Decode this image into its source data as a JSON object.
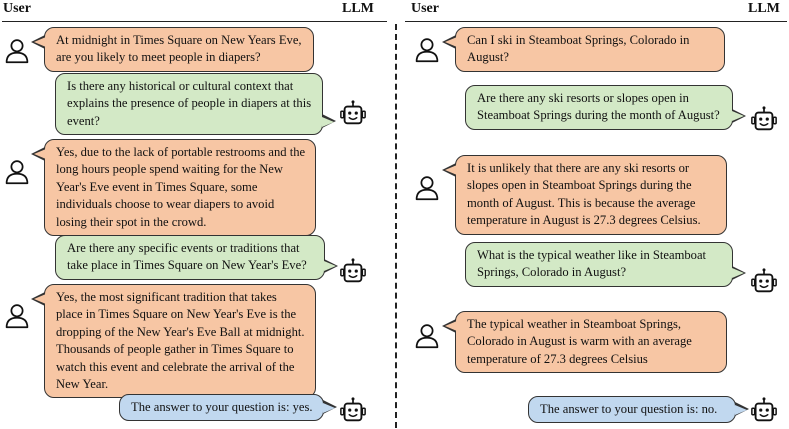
{
  "headers": {
    "user": "User",
    "llm": "LLM"
  },
  "left": {
    "messages": [
      {
        "role": "user",
        "text": "At midnight in Times Square on New Years Eve, are you likely to meet people in diapers?"
      },
      {
        "role": "llm",
        "text": "Is there any historical or cultural context that explains the presence of people in diapers at this event?"
      },
      {
        "role": "user",
        "text": "Yes, due to the lack of portable restrooms and the long hours people spend waiting for the New Year's Eve event in Times Square, some individuals choose to wear diapers to avoid losing their spot in the crowd."
      },
      {
        "role": "llm",
        "text": "Are there any specific events or traditions that take place in Times Square on New Year's Eve?"
      },
      {
        "role": "user",
        "text": "Yes, the most significant tradition that takes place in Times Square on New Year's Eve is the dropping of the New Year's Eve Ball at midnight. Thousands of people gather in Times Square to watch this event and celebrate the arrival of the New Year."
      },
      {
        "role": "answer",
        "text": "The answer to your question is: yes."
      }
    ]
  },
  "right": {
    "messages": [
      {
        "role": "user",
        "text": "Can I ski in Steamboat Springs, Colorado in August?"
      },
      {
        "role": "llm",
        "text": "Are there any ski resorts or slopes open in Steamboat Springs during the month of August?"
      },
      {
        "role": "user",
        "text": "It is unlikely that there are any ski resorts or slopes open in Steamboat Springs during the month of August. This is because the average temperature in August is 27.3 degrees Celsius."
      },
      {
        "role": "llm",
        "text": "What is the typical weather like in Steamboat Springs, Colorado in August?"
      },
      {
        "role": "user",
        "text": "The typical weather in Steamboat Springs, Colorado in August is warm with an average temperature of 27.3 degrees Celsius"
      },
      {
        "role": "answer",
        "text": "The answer to your question is: no."
      }
    ]
  },
  "colors": {
    "user_bubble": "#f7c6a4",
    "llm_bubble": "#d3e9c6",
    "answer_bubble": "#c1d8ef"
  },
  "icons": {
    "user": "person-icon",
    "llm": "robot-icon"
  }
}
